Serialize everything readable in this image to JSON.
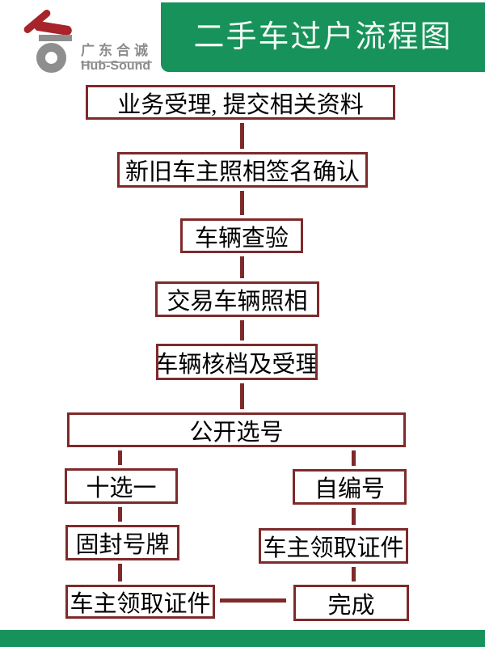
{
  "logo": {
    "company_cn": "广东合诚",
    "company_en": "Hub-Sound",
    "colors": {
      "mark_red": "#A6242A",
      "mark_gray": "#8E8E8E",
      "text_gray": "#8C8C8C"
    }
  },
  "header": {
    "title": "二手车过户流程图",
    "bg_color": "#17925A",
    "text_color": "#F2FBF4"
  },
  "flow": {
    "box_border_color": "#7E2A2B",
    "connector_color": "#7E2A2B",
    "nodes": [
      {
        "label": "业务受理, 提交相关资料"
      },
      {
        "label": "新旧车主照相签名确认"
      },
      {
        "label": "车辆查验"
      },
      {
        "label": "交易车辆照相"
      },
      {
        "label": "车辆核档及受理"
      },
      {
        "label": "公开选号"
      },
      {
        "label": "十选一"
      },
      {
        "label": "自编号"
      },
      {
        "label": "固封号牌"
      },
      {
        "label": "车主领取证件"
      },
      {
        "label": "车主领取证件"
      },
      {
        "label": "完成"
      }
    ],
    "edges": [
      [
        0,
        1
      ],
      [
        1,
        2
      ],
      [
        2,
        3
      ],
      [
        3,
        4
      ],
      [
        4,
        5
      ],
      [
        5,
        6
      ],
      [
        5,
        7
      ],
      [
        6,
        8
      ],
      [
        7,
        9
      ],
      [
        8,
        10
      ],
      [
        9,
        11
      ],
      [
        10,
        11
      ]
    ]
  },
  "footer": {
    "bg_color": "#17925A"
  }
}
